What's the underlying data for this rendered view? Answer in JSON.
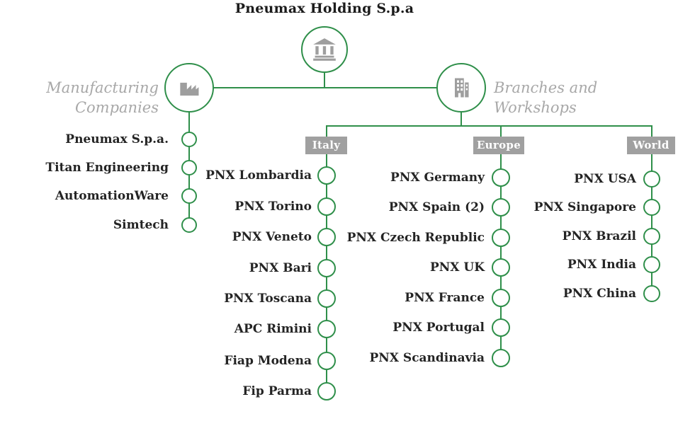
{
  "title": "Pneumax Holding S.p.a",
  "colors": {
    "accent_green": "#2f8f4a",
    "icon_gray": "#9e9e9e",
    "group_label_bg": "#a0a0a0",
    "branch_text_gray": "#a8a8a8",
    "node_text": "#242424"
  },
  "root": {
    "icon": "bank-icon"
  },
  "branches": [
    {
      "label": "Manufacturing Companies",
      "icon": "factory-icon",
      "items": [
        "Pneumax S.p.a.",
        "Titan Engineering",
        "AutomationWare",
        "Simtech"
      ]
    },
    {
      "label": "Branches and Workshops",
      "icon": "buildings-icon",
      "groups": [
        {
          "label": "Italy",
          "items": [
            "PNX Lombardia",
            "PNX Torino",
            "PNX Veneto",
            "PNX Bari",
            "PNX Toscana",
            "APC Rimini",
            "Fiap Modena",
            "Fip Parma"
          ]
        },
        {
          "label": "Europe",
          "items": [
            "PNX Germany",
            "PNX Spain (2)",
            "PNX Czech Republic",
            "PNX UK",
            "PNX France",
            "PNX Portugal",
            "PNX Scandinavia"
          ]
        },
        {
          "label": "World",
          "items": [
            "PNX USA",
            "PNX Singapore",
            "PNX Brazil",
            "PNX India",
            "PNX China"
          ]
        }
      ]
    }
  ]
}
